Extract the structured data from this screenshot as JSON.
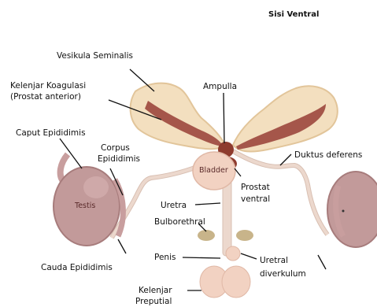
{
  "title": "Sisi Ventral",
  "labels": {
    "vesikula": "Vesikula Seminalis",
    "koagulasi_1": "Kelenjar Koagulasi",
    "koagulasi_2": "(Prostat anterior)",
    "ampulla": "Ampulla",
    "caput": "Caput Epididimis",
    "corpus_1": "Corpus",
    "corpus_2": "Epididimis",
    "duktus": "Duktus deferens",
    "bladder": "Bladder",
    "prostat_1": "Prostat",
    "prostat_2": "ventral",
    "testis": "Testis",
    "uretra": "Uretra",
    "bulbo": "Bulborethral",
    "penis": "Penis",
    "diverkulum_1": "Uretral",
    "diverkulum_2": "diverkulum",
    "cauda": "Cauda Epididimis",
    "preputial_1": "Kelenjar",
    "preputial_2": "Preputial"
  },
  "colors": {
    "gland": "#f3dfbf",
    "gland_edge": "#e2c59a",
    "coag": "#a5564a",
    "testis": "#c29a9a",
    "testis_edge": "#a77c7c",
    "bladder": "#f2d2c2",
    "prostate": "#8e3b2e",
    "duct": "#ecd8cd"
  }
}
